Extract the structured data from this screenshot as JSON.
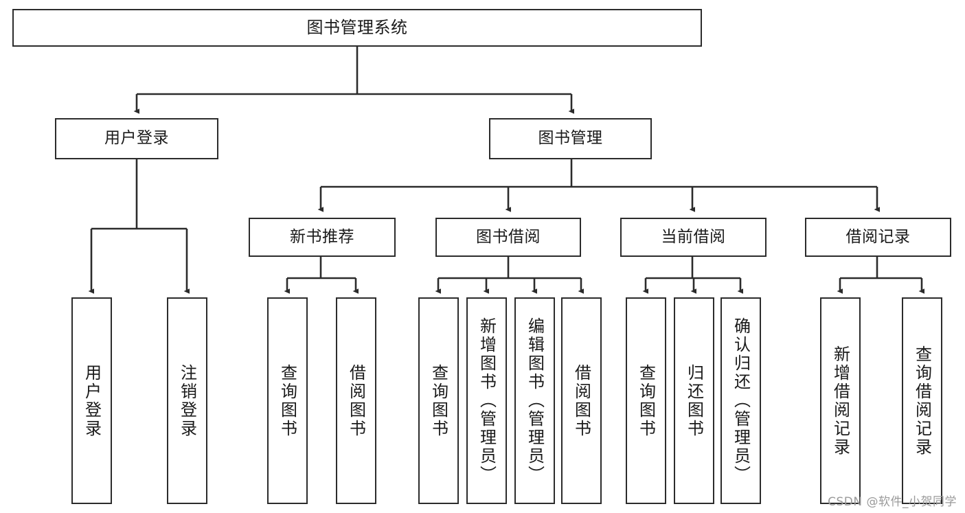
{
  "diagram": {
    "type": "hierarchy-tree",
    "title": "图书管理系统",
    "watermark": "CSDN @软件_小贺同学",
    "colors": {
      "box_border": "#2b2b2b",
      "box_fill": "#ffffff",
      "connector": "#2b2b2b",
      "text": "#1a1a1a",
      "watermark": "#9a9a9a"
    },
    "root": {
      "label": "图书管理系统"
    },
    "level2": [
      {
        "label": "用户登录"
      },
      {
        "label": "图书管理"
      }
    ],
    "level3": [
      {
        "label": "新书推荐"
      },
      {
        "label": "图书借阅"
      },
      {
        "label": "当前借阅"
      },
      {
        "label": "借阅记录"
      }
    ],
    "leaves": {
      "user_login": [
        {
          "label": "用户登录"
        },
        {
          "label": "注销登录"
        }
      ],
      "new_book_recommend": [
        {
          "label": "查询图书"
        },
        {
          "label": "借阅图书"
        }
      ],
      "book_borrow": [
        {
          "label": "查询图书"
        },
        {
          "label": "新增图书（管理员）"
        },
        {
          "label": "编辑图书（管理员）"
        },
        {
          "label": "借阅图书"
        }
      ],
      "current_borrow": [
        {
          "label": "查询图书"
        },
        {
          "label": "归还图书"
        },
        {
          "label": "确认归还（管理员）"
        }
      ],
      "borrow_record": [
        {
          "label": "新增借阅记录"
        },
        {
          "label": "查询借阅记录"
        }
      ]
    }
  }
}
